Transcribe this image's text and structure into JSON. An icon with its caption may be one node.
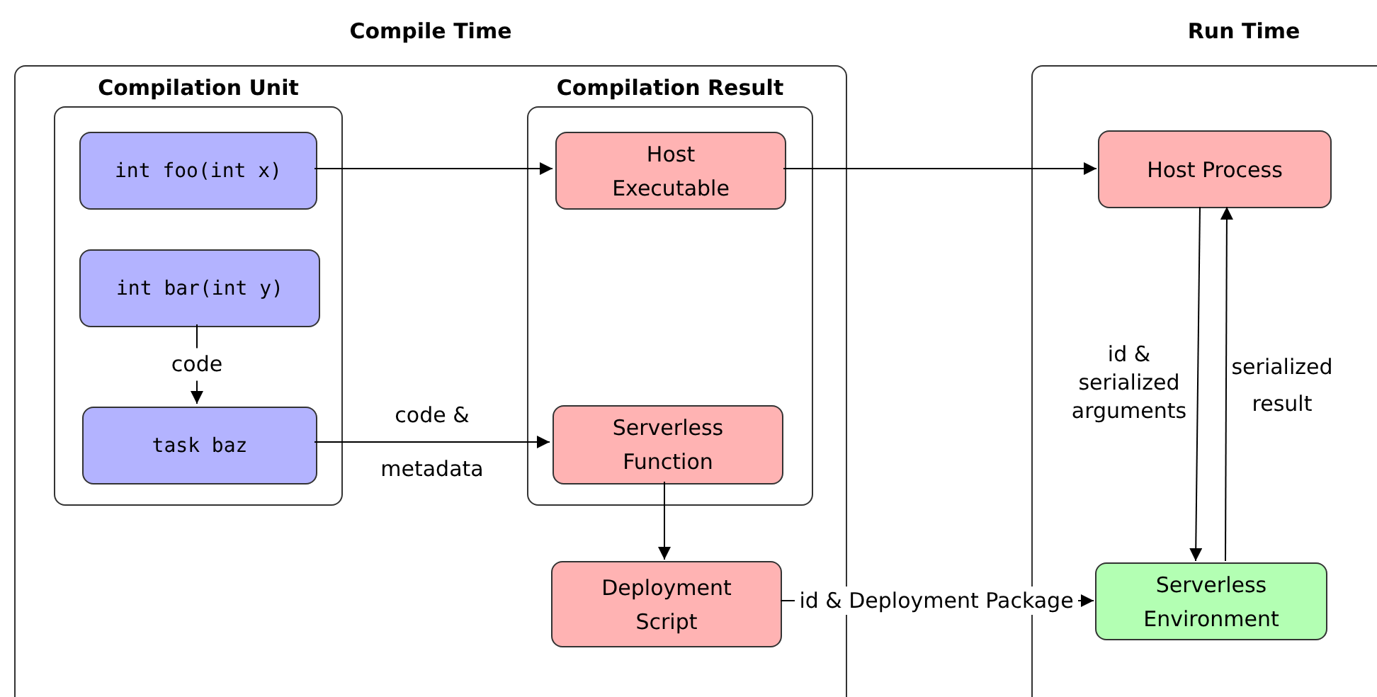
{
  "diagram": {
    "nodes": [
      {
        "text": [
          "Compile Time"
        ]
      },
      {
        "text": [
          "Compilation Unit"
        ],
        "in": 0
      },
      {
        "text": [
          "int foo(int x)"
        ],
        "in": 1
      },
      {
        "text": [
          "int bar(int y)"
        ],
        "in": 1
      },
      {
        "text": [
          "task baz"
        ],
        "in": 1
      },
      {
        "text": [
          "Compilation Result"
        ],
        "in": 0
      },
      {
        "text": [
          "Host Executable"
        ],
        "in": 5
      },
      {
        "text": [
          "Serverless Function"
        ],
        "in": 5
      },
      {
        "text": [
          "Deployment Script"
        ],
        "in": 0
      },
      {
        "text": [
          "Run Time"
        ]
      },
      {
        "text": [
          "Host Process"
        ],
        "in": 9
      },
      {
        "text": [
          "Serverless Environment"
        ],
        "in": 9
      }
    ],
    "edges": [
      {
        "from": 2,
        "to": 6,
        "arrow": "to"
      },
      {
        "from": 3,
        "to": 4,
        "arrow": "to",
        "label": "code"
      },
      {
        "from": 4,
        "to": 7,
        "arrow": "to",
        "label": "code & metadata"
      },
      {
        "from": 7,
        "to": 8,
        "arrow": "to"
      },
      {
        "from": 6,
        "to": 10,
        "arrow": "to"
      },
      {
        "from": 8,
        "to": 11,
        "arrow": "to",
        "label": "id & Deployment Package"
      },
      {
        "from": 10,
        "to": 11,
        "arrow": "to",
        "label": "id & serialized arguments"
      },
      {
        "from": 11,
        "to": 10,
        "arrow": "to",
        "label": "serialized result"
      }
    ]
  }
}
